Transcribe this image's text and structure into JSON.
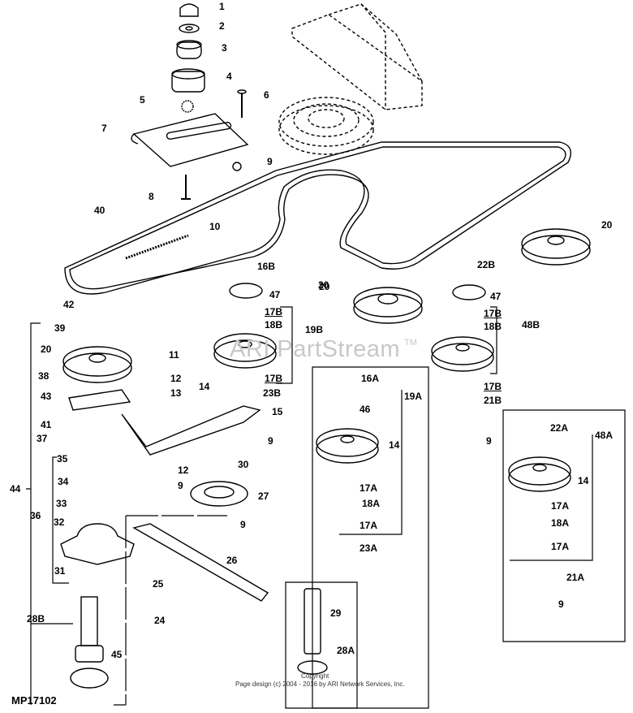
{
  "diagram": {
    "title_code": "MP17102",
    "watermark": "ARI PartStream",
    "watermark_mark": "TM",
    "copyright_label": "Copyright",
    "footer": "Page design (c) 2004 - 2016 by ARI Network Services, Inc.",
    "callouts": [
      {
        "id": "1",
        "text": "1"
      },
      {
        "id": "2",
        "text": "2"
      },
      {
        "id": "3",
        "text": "3"
      },
      {
        "id": "4",
        "text": "4"
      },
      {
        "id": "5",
        "text": "5"
      },
      {
        "id": "6",
        "text": "6"
      },
      {
        "id": "7",
        "text": "7"
      },
      {
        "id": "8",
        "text": "8"
      },
      {
        "id": "9a",
        "text": "9"
      },
      {
        "id": "40",
        "text": "40"
      },
      {
        "id": "10",
        "text": "10"
      },
      {
        "id": "20a",
        "text": "20"
      },
      {
        "id": "16B",
        "text": "16B"
      },
      {
        "id": "47a",
        "text": "47"
      },
      {
        "id": "17Ba",
        "text": "17B"
      },
      {
        "id": "18Ba",
        "text": "18B"
      },
      {
        "id": "19B",
        "text": "19B"
      },
      {
        "id": "17Bb",
        "text": "17B"
      },
      {
        "id": "23B",
        "text": "23B"
      },
      {
        "id": "15",
        "text": "15"
      },
      {
        "id": "20b",
        "text": "20"
      },
      {
        "id": "22B",
        "text": "22B"
      },
      {
        "id": "47b",
        "text": "47"
      },
      {
        "id": "17Bc",
        "text": "17B"
      },
      {
        "id": "18Bb",
        "text": "18B"
      },
      {
        "id": "48B",
        "text": "48B"
      },
      {
        "id": "17Bd",
        "text": "17B"
      },
      {
        "id": "21B",
        "text": "21B"
      },
      {
        "id": "9b",
        "text": "9"
      },
      {
        "id": "20c",
        "text": "20"
      },
      {
        "id": "42",
        "text": "42"
      },
      {
        "id": "39",
        "text": "39"
      },
      {
        "id": "20d",
        "text": "20"
      },
      {
        "id": "38",
        "text": "38"
      },
      {
        "id": "43",
        "text": "43"
      },
      {
        "id": "41",
        "text": "41"
      },
      {
        "id": "37",
        "text": "37"
      },
      {
        "id": "35",
        "text": "35"
      },
      {
        "id": "34",
        "text": "34"
      },
      {
        "id": "33",
        "text": "33"
      },
      {
        "id": "32",
        "text": "32"
      },
      {
        "id": "36",
        "text": "36"
      },
      {
        "id": "44",
        "text": "44"
      },
      {
        "id": "31",
        "text": "31"
      },
      {
        "id": "28B",
        "text": "28B"
      },
      {
        "id": "45",
        "text": "45"
      },
      {
        "id": "11",
        "text": "11"
      },
      {
        "id": "12a",
        "text": "12"
      },
      {
        "id": "13",
        "text": "13"
      },
      {
        "id": "14a",
        "text": "14"
      },
      {
        "id": "9c",
        "text": "9"
      },
      {
        "id": "30",
        "text": "30"
      },
      {
        "id": "12b",
        "text": "12"
      },
      {
        "id": "9d",
        "text": "9"
      },
      {
        "id": "27",
        "text": "27"
      },
      {
        "id": "9e",
        "text": "9"
      },
      {
        "id": "26",
        "text": "26"
      },
      {
        "id": "25",
        "text": "25"
      },
      {
        "id": "24",
        "text": "24"
      },
      {
        "id": "16A",
        "text": "16A"
      },
      {
        "id": "46",
        "text": "46"
      },
      {
        "id": "19A",
        "text": "19A"
      },
      {
        "id": "14b",
        "text": "14"
      },
      {
        "id": "17Aa",
        "text": "17A"
      },
      {
        "id": "18Aa",
        "text": "18A"
      },
      {
        "id": "17Ab",
        "text": "17A"
      },
      {
        "id": "23A",
        "text": "23A"
      },
      {
        "id": "22A",
        "text": "22A"
      },
      {
        "id": "48A",
        "text": "48A"
      },
      {
        "id": "14c",
        "text": "14"
      },
      {
        "id": "17Ac",
        "text": "17A"
      },
      {
        "id": "18Ab",
        "text": "18A"
      },
      {
        "id": "17Ad",
        "text": "17A"
      },
      {
        "id": "21A",
        "text": "21A"
      },
      {
        "id": "9f",
        "text": "9"
      },
      {
        "id": "29",
        "text": "29"
      },
      {
        "id": "28A",
        "text": "28A"
      }
    ]
  }
}
